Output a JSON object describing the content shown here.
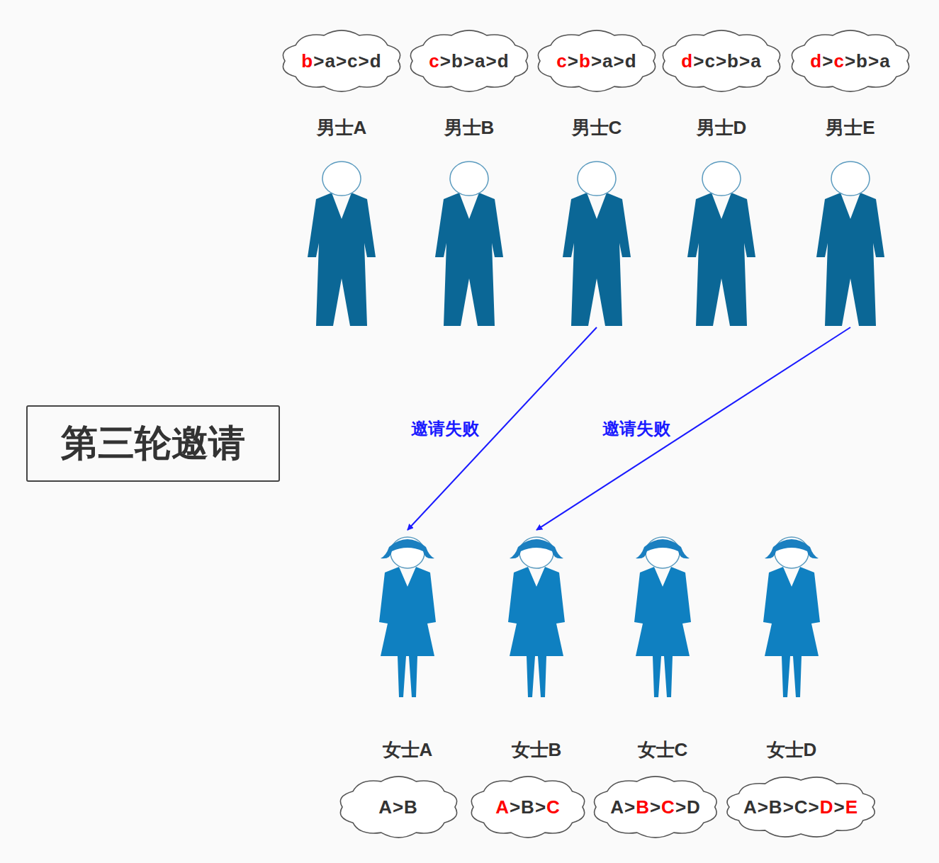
{
  "diagram": {
    "title": "第三轮邀请",
    "nodes": [
      {
        "text": [
          "b>a>c>d"
        ]
      },
      {
        "text": [
          "c>b>a>d"
        ]
      },
      {
        "text": [
          "c>b>a>d"
        ]
      },
      {
        "text": [
          "d>c>b>a"
        ]
      },
      {
        "text": [
          "d>c>b>a"
        ]
      },
      {
        "text": [
          "男士A"
        ]
      },
      {
        "text": [
          "男士B"
        ]
      },
      {
        "text": [
          "男士C"
        ]
      },
      {
        "text": [
          "男士D"
        ]
      },
      {
        "text": [
          "男士E"
        ]
      },
      {
        "text": [
          "第三轮邀请"
        ]
      },
      {
        "text": [
          "女士A"
        ]
      },
      {
        "text": [
          "女士B"
        ]
      },
      {
        "text": [
          "女士C"
        ]
      },
      {
        "text": [
          "女士D"
        ]
      },
      {
        "text": [
          "A>B"
        ]
      },
      {
        "text": [
          "A>B>C"
        ]
      },
      {
        "text": [
          "A>B>C>D"
        ]
      },
      {
        "text": [
          "A>B>C>D>E"
        ]
      }
    ],
    "edges": [
      {
        "from": 7,
        "to": 11,
        "arrow": "to",
        "label": "邀请失败"
      },
      {
        "from": 9,
        "to": 12,
        "arrow": "to",
        "label": "邀请失败"
      }
    ]
  }
}
